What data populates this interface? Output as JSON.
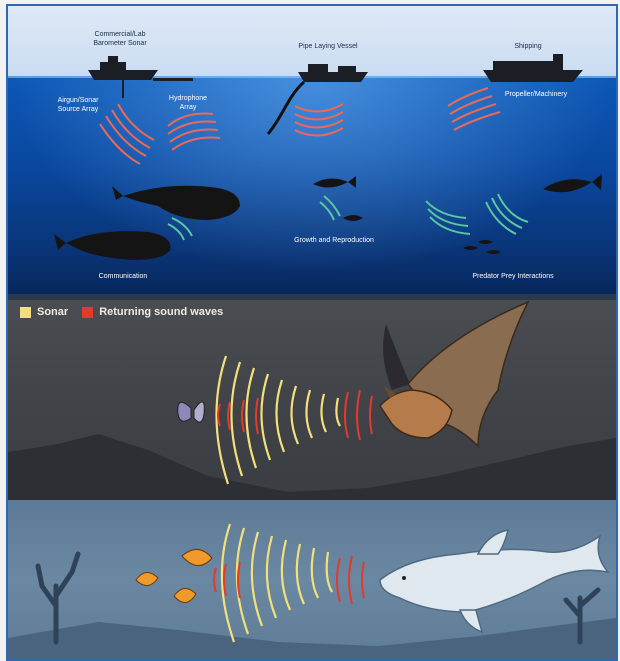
{
  "ocean_labels": {
    "commercial_sonar": "Commercial/Lab\nBarometer Sonar",
    "airgun": "Airgun/Sonar\nSource Array",
    "hydrophone": "Hydrophone\nArray",
    "pipe_laying": "Pipe Laying Vessel",
    "shipping": "Shipping",
    "propeller": "Propeller/Machinery",
    "growth": "Growth and Reproduction",
    "communication": "Communication",
    "predator_prey": "Predator Prey Interactions"
  },
  "legend": {
    "sonar_label": "Sonar",
    "returning_label": "Returning sound waves",
    "sonar_color": "#f2e07a",
    "returning_color": "#e23a2c"
  },
  "colors": {
    "ocean_wave": "#e86a5a",
    "ocean_wave_green": "#58c9a0"
  },
  "icons": [
    "ship-icon",
    "whale-icon",
    "fish-icon",
    "bat-icon",
    "moth-icon",
    "dolphin-icon",
    "goldfish-icon",
    "coral-icon"
  ]
}
